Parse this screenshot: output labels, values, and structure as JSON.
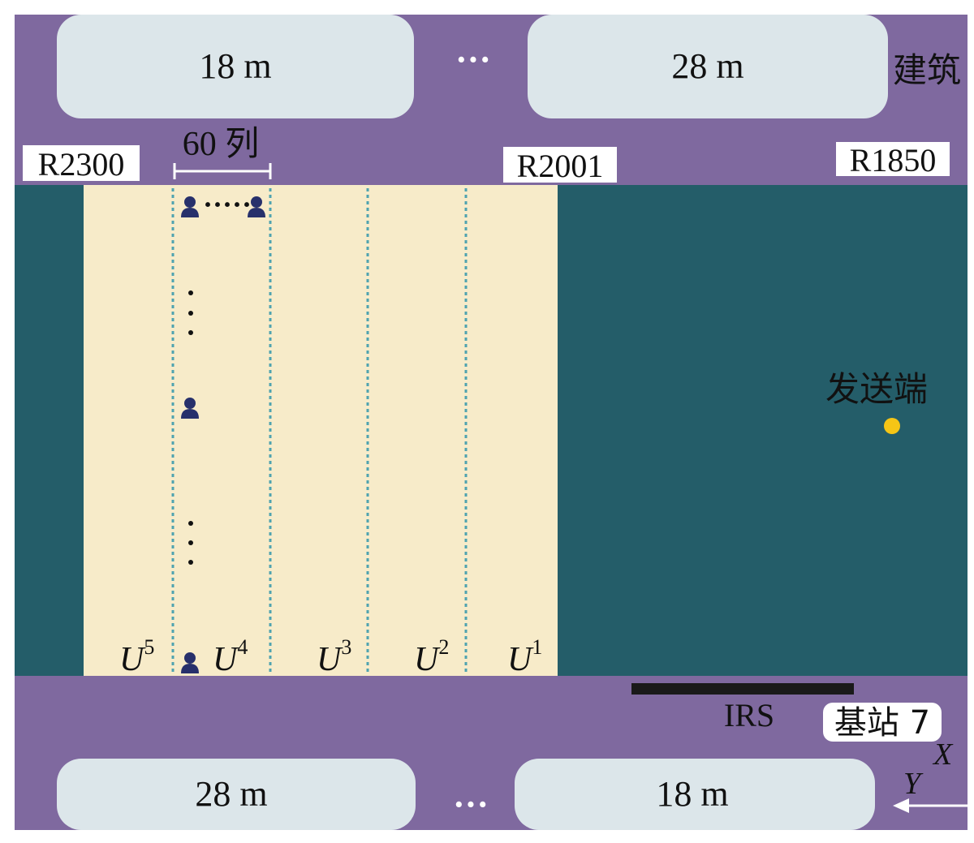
{
  "diagram": {
    "colors": {
      "road": "#7f699f",
      "building": "#dce6ea",
      "area": "#f7ebc9",
      "ground": "#245d69",
      "user": "#27306b",
      "transmitter": "#f5c516",
      "irs_bar": "#1a1a1a",
      "divider": "#4fa3b0"
    },
    "buildings_top": [
      "18 m",
      "28 m"
    ],
    "buildings_bottom": [
      "28 m",
      "18 m"
    ],
    "ellipsis_top": "···",
    "ellipsis_bottom": "···",
    "building_caption": "建筑",
    "road_tags": [
      "R2300",
      "R2001",
      "R1850"
    ],
    "columns_label": "60 列",
    "user_zones": [
      {
        "base": "U",
        "sup": "5"
      },
      {
        "base": "U",
        "sup": "4"
      },
      {
        "base": "U",
        "sup": "3"
      },
      {
        "base": "U",
        "sup": "2"
      },
      {
        "base": "U",
        "sup": "1"
      }
    ],
    "row_dots": "·····",
    "transmitter_label": "发送端",
    "irs_label": "IRS",
    "base_station_label": "基站 7",
    "axis_x": "X",
    "axis_y": "Y",
    "users_icon": "person-icon"
  }
}
